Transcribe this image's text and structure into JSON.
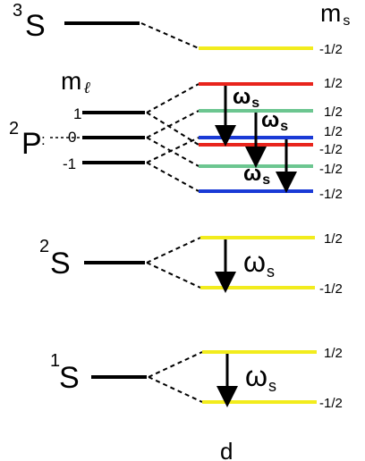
{
  "colors": {
    "yellow": "#f2ec1d",
    "red": "#e8241c",
    "green": "#6cc690",
    "blue": "#1a3ad6",
    "black": "#000000"
  },
  "header": {
    "ms_main": "m",
    "ms_sub": "s"
  },
  "levels": {
    "s3": {
      "mult": "3",
      "sym": "S",
      "sublevels": [
        "-1/2"
      ]
    },
    "p2": {
      "mult": "2",
      "sym": "P",
      "ml_main": "m",
      "ml_sub": "ℓ",
      "ml_values": [
        "1",
        "0",
        "-1"
      ],
      "sublevels": [
        "1/2",
        "1/2",
        "1/2",
        "-1/2",
        "-1/2",
        "-1/2"
      ],
      "omega_main": "ω",
      "omega_sub": "s"
    },
    "s2": {
      "mult": "2",
      "sym": "S",
      "sublevels": [
        "1/2",
        "-1/2"
      ],
      "omega_main": "ω",
      "omega_sub": "s"
    },
    "s1": {
      "mult": "1",
      "sym": "S",
      "sublevels": [
        "1/2",
        "-1/2"
      ],
      "omega_main": "ω",
      "omega_sub": "s"
    }
  },
  "panel_label": "d"
}
